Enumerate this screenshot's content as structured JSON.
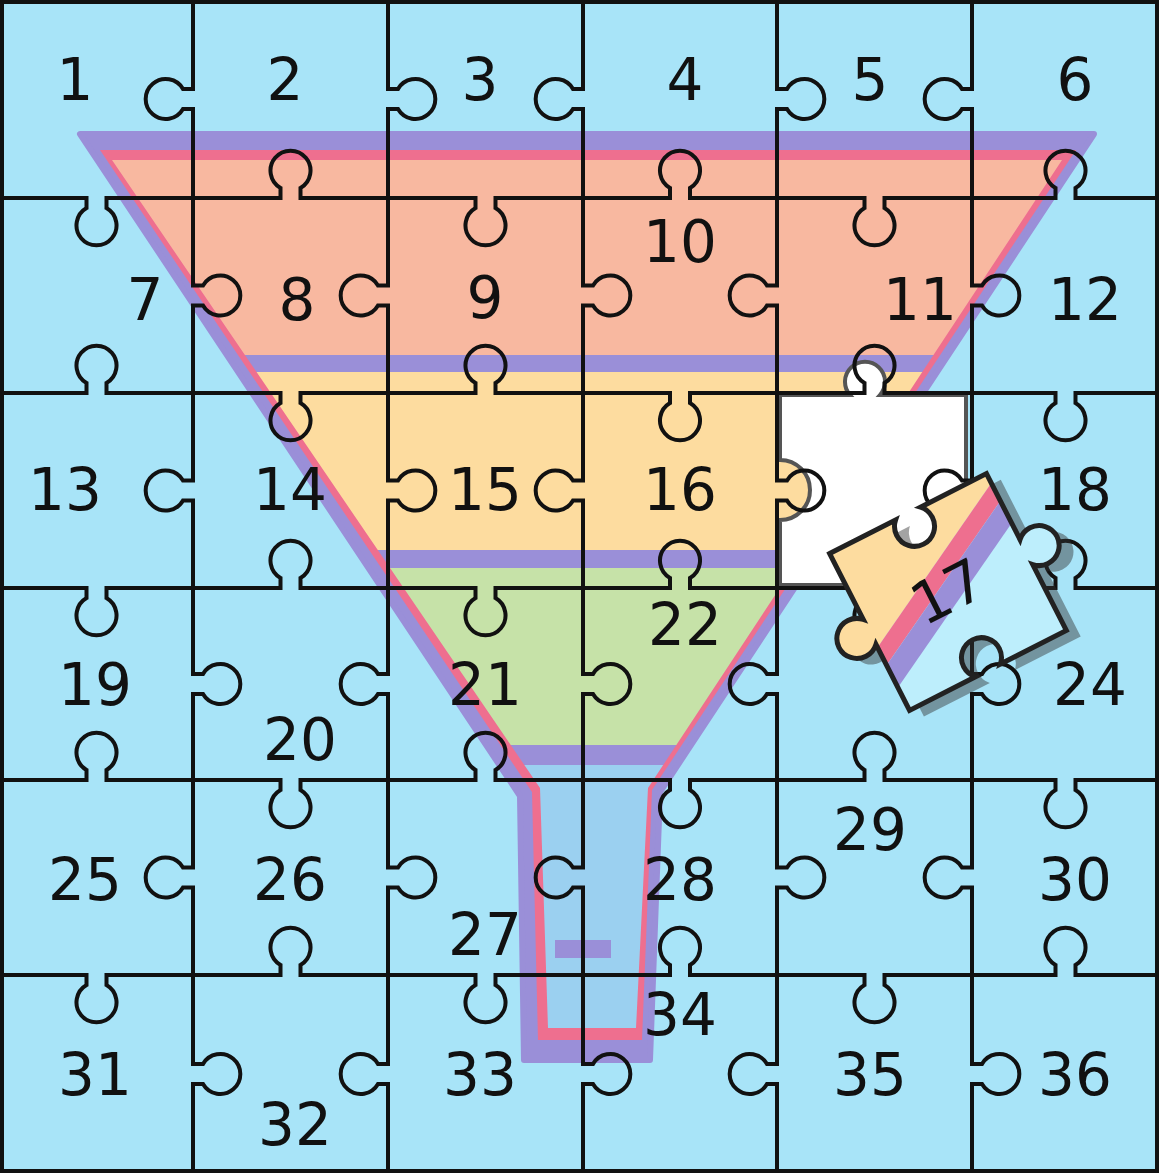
{
  "diagram": {
    "labels": [
      "1",
      "2",
      "3",
      "4",
      "5",
      "6",
      "7",
      "8",
      "9",
      "10",
      "11",
      "12",
      "13",
      "14",
      "15",
      "16",
      "17",
      "18",
      "19",
      "20",
      "21",
      "22",
      "24",
      "25",
      "26",
      "27",
      "28",
      "29",
      "30",
      "31",
      "32",
      "33",
      "34",
      "35",
      "36"
    ]
  }
}
